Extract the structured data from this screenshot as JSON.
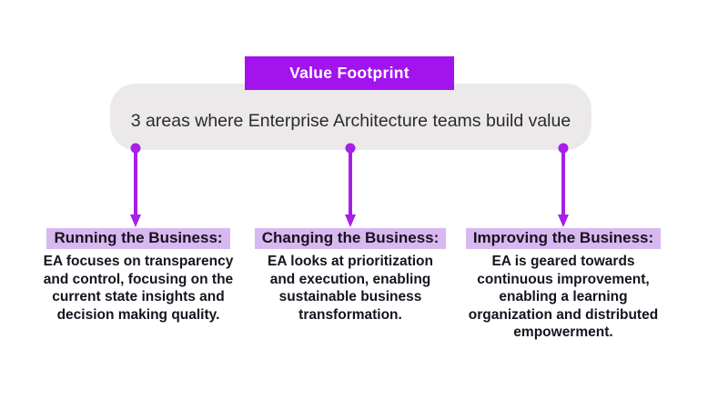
{
  "badge": {
    "label": "Value Footprint"
  },
  "summary_box": {
    "text": "3 areas where Enterprise Architecture teams build value"
  },
  "columns": [
    {
      "heading": "Running the Business:",
      "body": "EA focuses on transparency\nand control, focusing on the\ncurrent state insights and\ndecision making quality."
    },
    {
      "heading": "Changing the Business:",
      "body": "EA looks at prioritization\nand execution, enabling\nsustainable business\ntransformation."
    },
    {
      "heading": "Improving the Business:",
      "body": "EA is geared towards\ncontinuous improvement,\nenabling a learning\norganization and distributed\nempowerment."
    }
  ],
  "icons": {
    "connector": "down-arrow"
  },
  "colors": {
    "badge_purple": "#A213EE",
    "arrow_purple": "#A620E6",
    "highlight_lavender": "#D8B8F0",
    "summary_box_gray": "#ECE9EB",
    "text_dark": "#18121E",
    "background": "#FFFFFF"
  }
}
